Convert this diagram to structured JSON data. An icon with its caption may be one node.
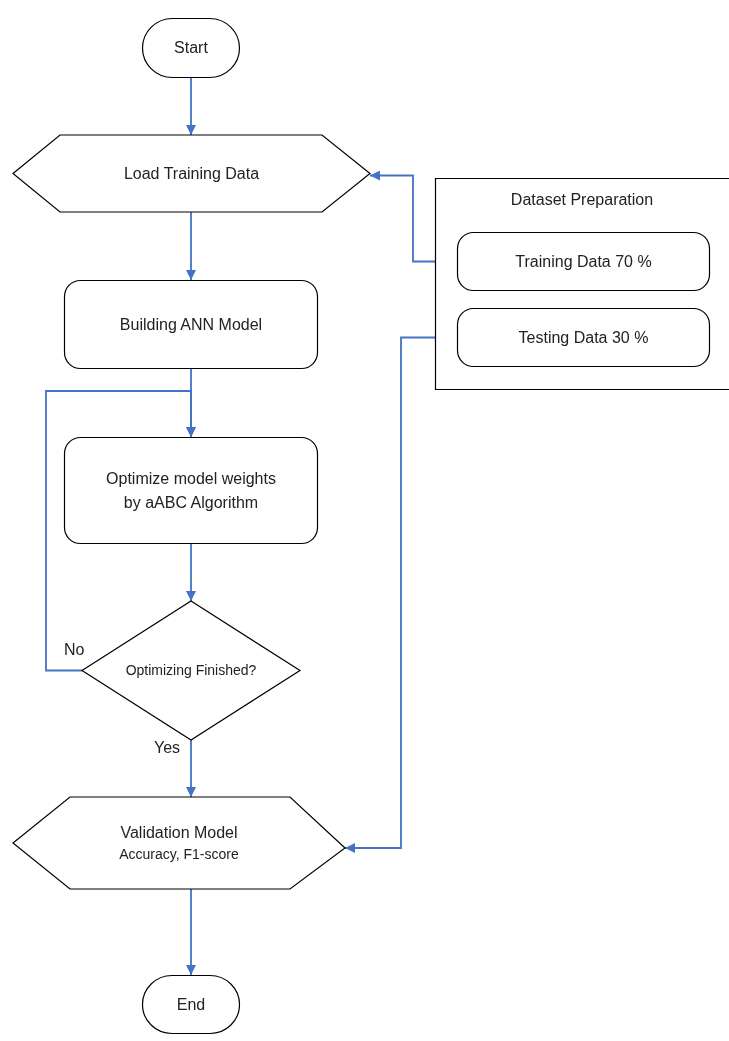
{
  "diagram": {
    "nodes": [
      {
        "text": [
          "Start"
        ]
      },
      {
        "text": [
          "Load Training Data"
        ]
      },
      {
        "text": [
          "Dataset Preparation"
        ]
      },
      {
        "text": [
          "Training Data 70 %"
        ],
        "in": 2
      },
      {
        "text": [
          "Testing Data 30 %"
        ],
        "in": 2
      },
      {
        "text": [
          "Building ANN Model"
        ]
      },
      {
        "text": [
          "Optimize model weights by aABC Algorithm"
        ]
      },
      {
        "text": [
          "Optimizing Finished?"
        ]
      },
      {
        "text": [
          "Validation Model",
          "Accuracy, F1-score"
        ]
      },
      {
        "text": [
          "End"
        ]
      }
    ],
    "edges": [
      {
        "from": 0,
        "to": 1,
        "arrow": "to"
      },
      {
        "from": 3,
        "to": 1,
        "arrow": "to"
      },
      {
        "from": 1,
        "to": 5,
        "arrow": "to"
      },
      {
        "from": 5,
        "to": 6,
        "arrow": "to"
      },
      {
        "from": 7,
        "to": 6,
        "arrow": "to",
        "label": "No"
      },
      {
        "from": 6,
        "to": 7,
        "arrow": "to"
      },
      {
        "from": 7,
        "to": 8,
        "arrow": "to",
        "label": "Yes"
      },
      {
        "from": 4,
        "to": 8,
        "arrow": "to"
      },
      {
        "from": 8,
        "to": 9,
        "arrow": "to"
      }
    ]
  }
}
